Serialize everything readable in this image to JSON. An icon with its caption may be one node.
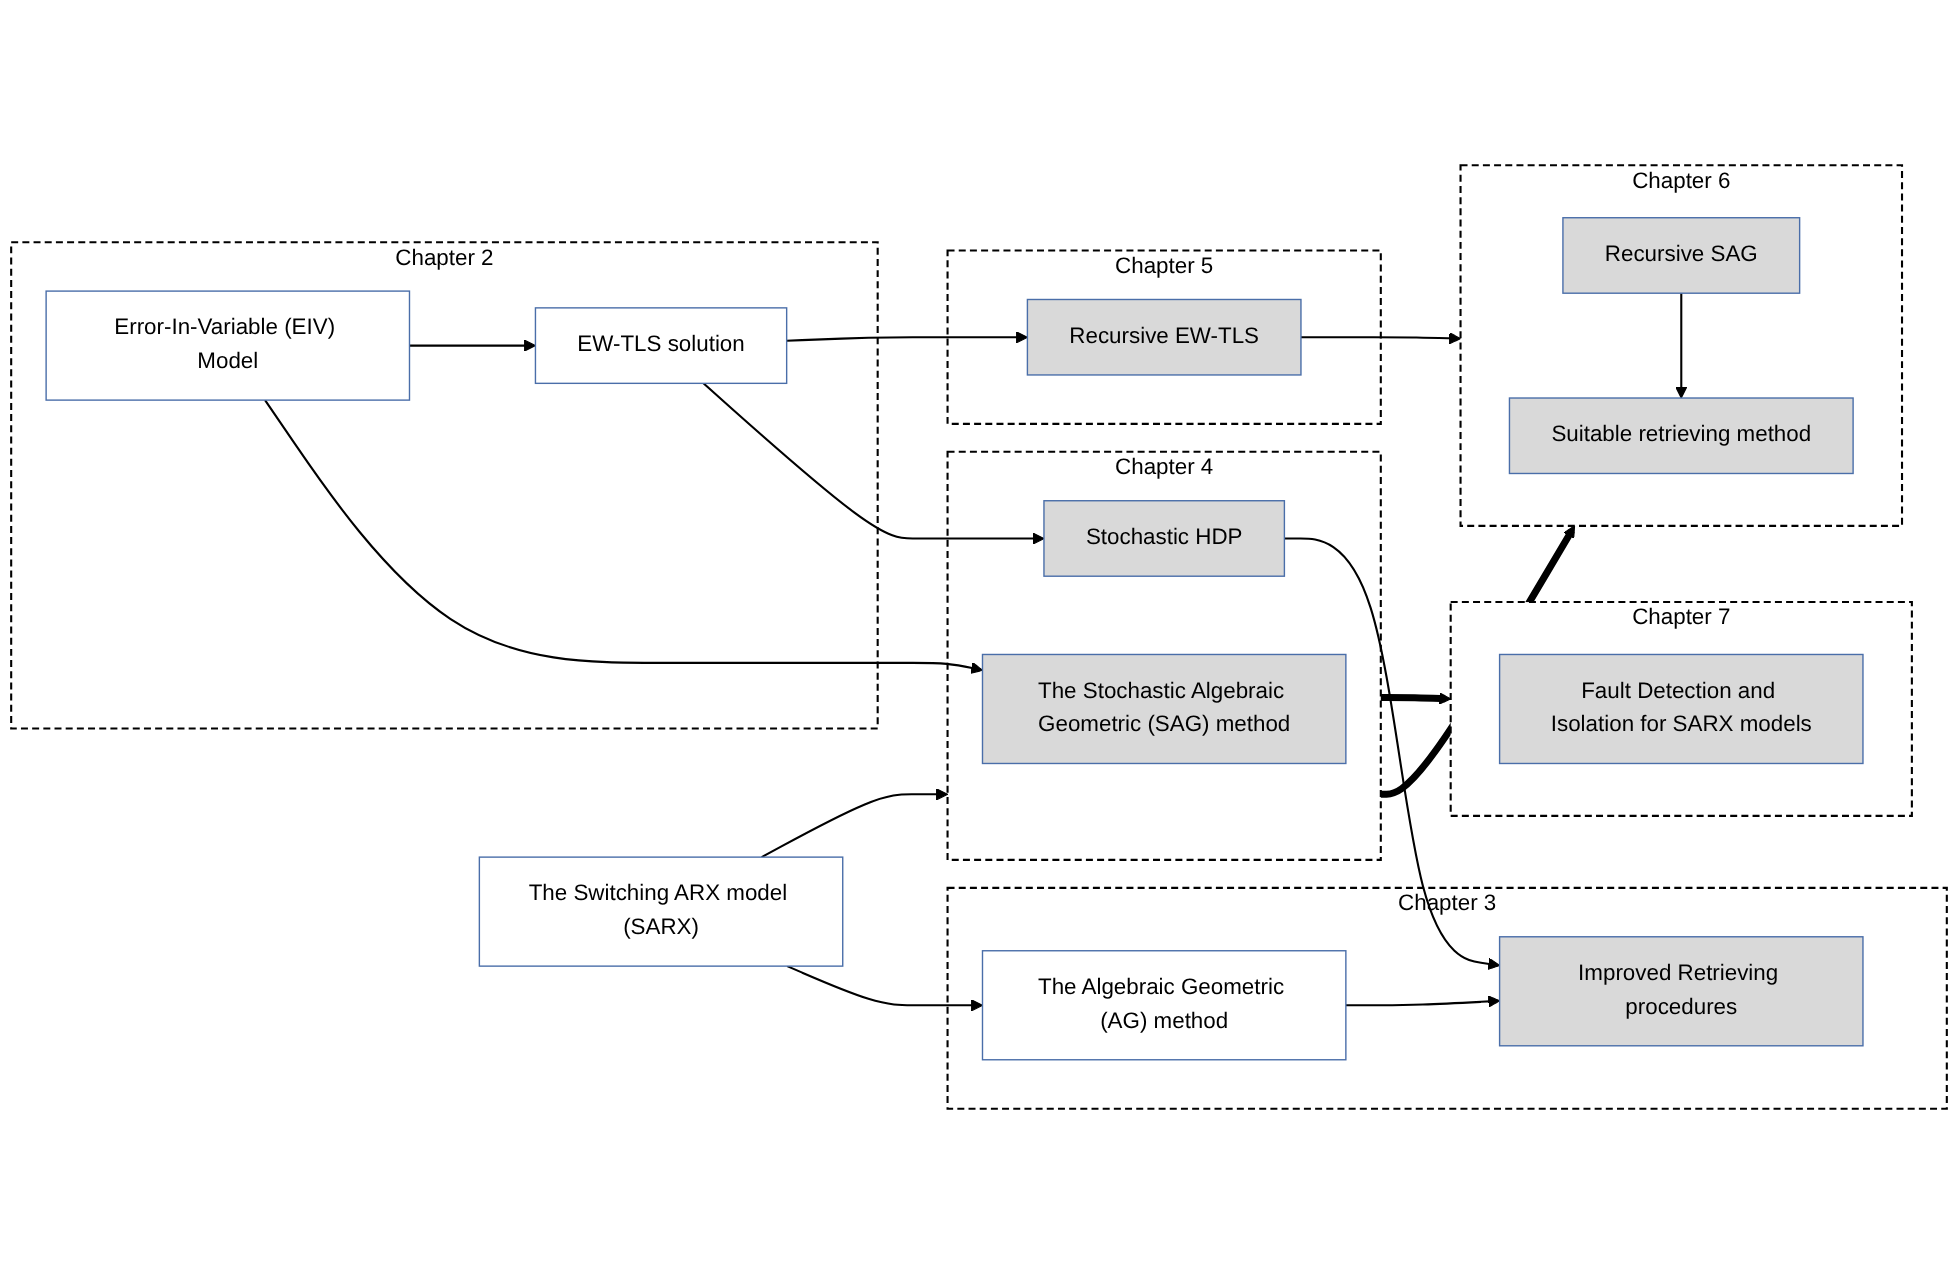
{
  "diagram": {
    "nodes": [
      {
        "text": [
          "The Switching ARX model (SARX)"
        ]
      },
      {
        "text": [
          "Chapter 3"
        ]
      },
      {
        "text": [
          "The Algebraic Geometric (AG) method"
        ],
        "in": 1
      },
      {
        "text": [
          "Improved Retrieving procedures"
        ],
        "in": 1
      },
      {
        "text": [
          "Chapter 2"
        ]
      },
      {
        "text": [
          "Error-In-Variable (EIV) Model"
        ],
        "in": 4
      },
      {
        "text": [
          "EW-TLS solution"
        ],
        "in": 4
      },
      {
        "text": [
          "Chapter 4"
        ]
      },
      {
        "text": [
          "The Stochastic Algebraic Geometric (SAG) method"
        ],
        "in": 7
      },
      {
        "text": [
          "Stochastic HDP"
        ],
        "in": 7
      },
      {
        "text": [
          "Chapter 5"
        ]
      },
      {
        "text": [
          "Recursive EW-TLS"
        ],
        "in": 10
      },
      {
        "text": [
          "Chapter 6"
        ]
      },
      {
        "text": [
          "Recursive SAG"
        ],
        "in": 12
      },
      {
        "text": [
          "Suitable retrieving method"
        ],
        "in": 12
      },
      {
        "text": [
          "Chapter 7"
        ]
      },
      {
        "text": [
          "Fault Detection and Isolation for SARX models"
        ],
        "in": 15
      }
    ],
    "edges": [
      {
        "from": 0,
        "to": 2,
        "arrow": "to"
      },
      {
        "from": 0,
        "to": 7,
        "arrow": "to"
      },
      {
        "from": 2,
        "to": 3,
        "arrow": "to"
      },
      {
        "from": 5,
        "to": 8,
        "arrow": "to"
      },
      {
        "from": 5,
        "to": 6,
        "arrow": "to"
      },
      {
        "from": 6,
        "to": 9,
        "arrow": "to"
      },
      {
        "from": 9,
        "to": 3,
        "arrow": "to"
      },
      {
        "from": 6,
        "to": 11,
        "arrow": "to"
      },
      {
        "from": 7,
        "to": 12,
        "arrow": "to",
        "style": "thick"
      },
      {
        "from": 11,
        "to": 12,
        "arrow": "to"
      },
      {
        "from": 7,
        "to": 15,
        "arrow": "to",
        "style": "thick"
      },
      {
        "from": 13,
        "to": 14,
        "arrow": "to"
      }
    ]
  }
}
